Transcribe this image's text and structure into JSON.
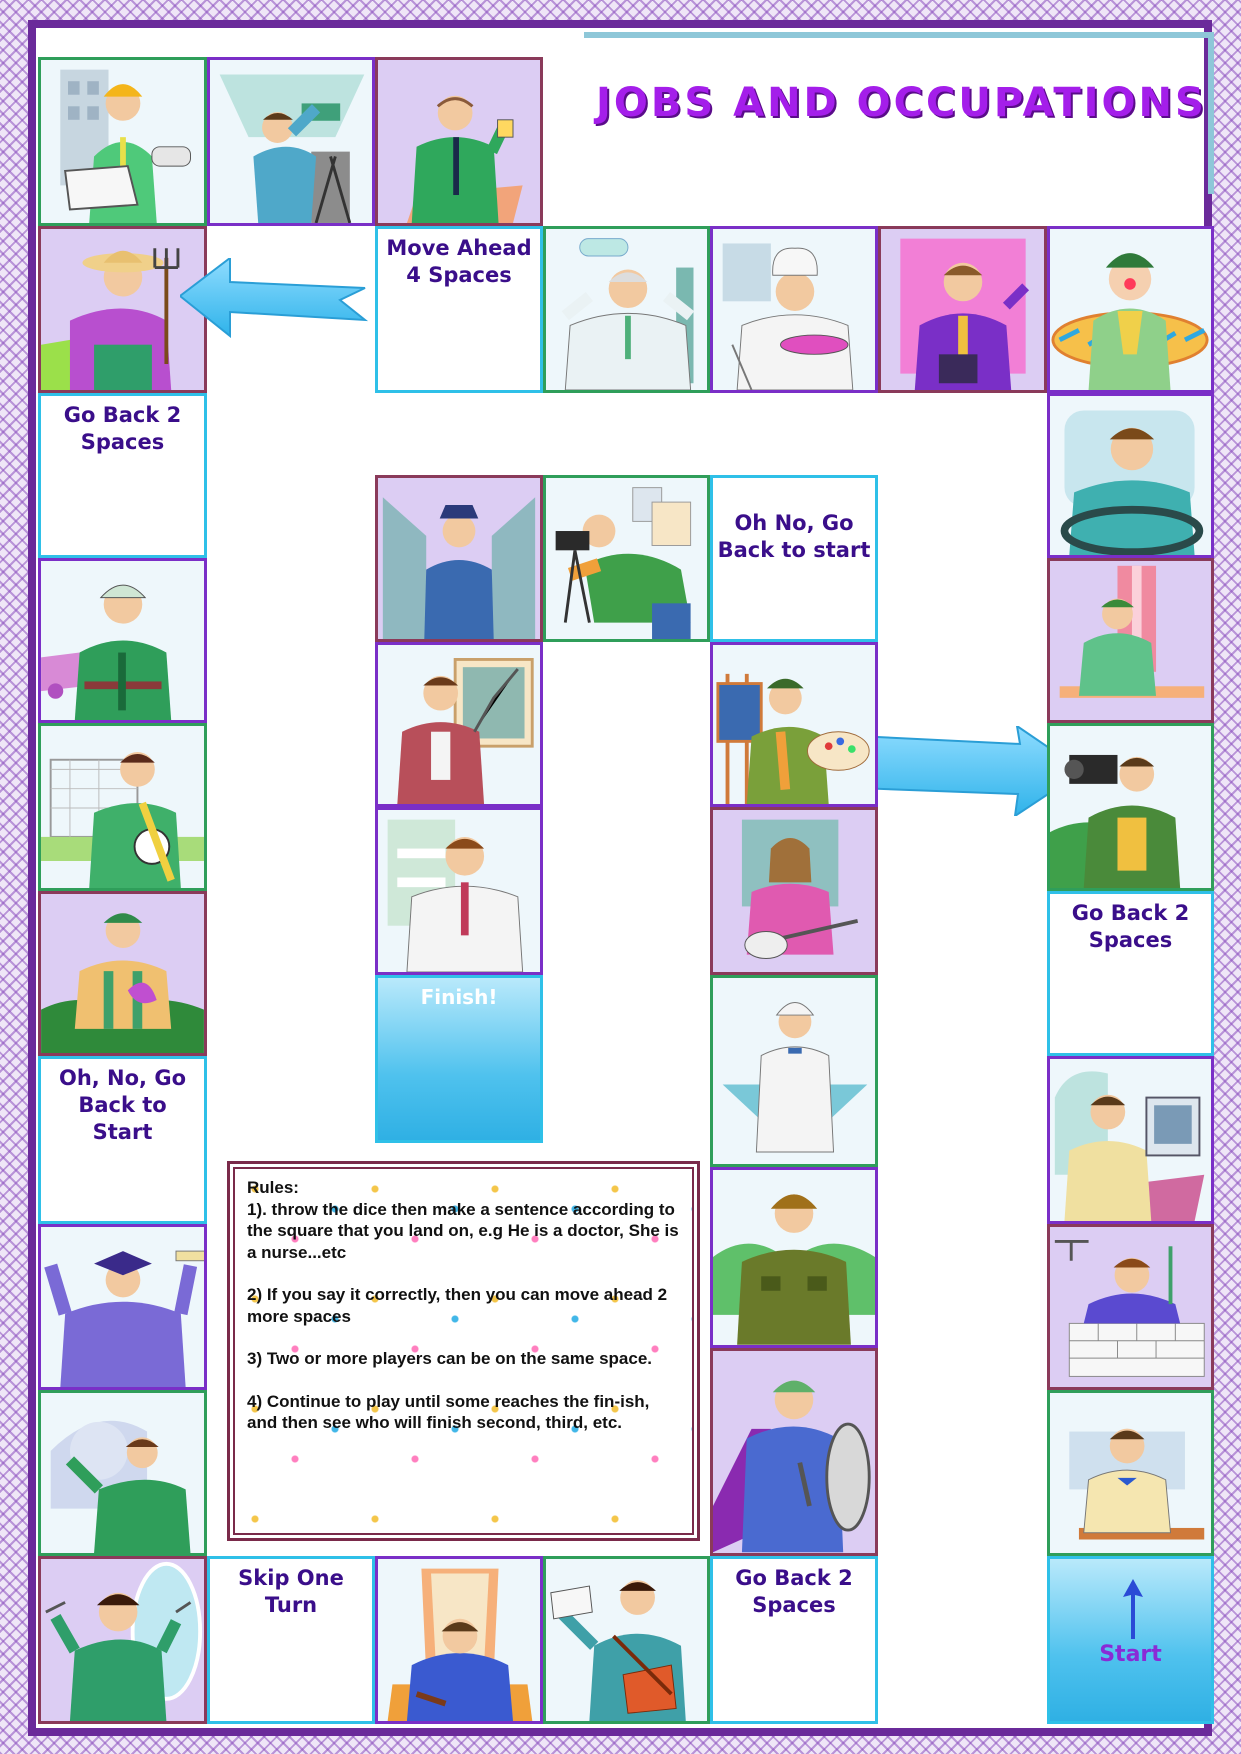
{
  "title": "JOBS AND OCCUPATIONS",
  "colors": {
    "accent_purple": "#7a2fc7",
    "title_purple": "#a41eea",
    "label_navy": "#3a0e8a",
    "cyan": "#2fc0e8",
    "green": "#2f9e5a",
    "lavender": "#dccdf3"
  },
  "squares": {
    "move_ahead_4": "Move Ahead 4 Spaces",
    "go_back_2_left": "Go Back 2 Spaces",
    "oh_no_center": "Oh No, Go Back to start",
    "go_back_2_right": "Go Back 2 Spaces",
    "oh_no_left": "Oh, No, Go Back to Start",
    "skip_one_turn": "Skip One Turn",
    "go_back_2_bottom": "Go Back 2 Spaces",
    "finish": "Finish!",
    "start": "Start"
  },
  "rules": {
    "heading": "Rules:",
    "rule1": "1). throw the dice then  make a sentence according to the square that you land on, e.g He is a doctor, She is a nurse...etc",
    "rule2": "2) If you say it correctly, then you can move ahead 2 more spaces",
    "rule3": "3) Two or more players can be on the same space.",
    "rule4": "4) Continue to play until some reaches the fin-ish, and then see who will finish second, third, etc."
  },
  "icons": {
    "left_arrow": "big-left-arrow",
    "right_arrow": "big-right-arrow",
    "start_arrow": "up-arrow"
  }
}
